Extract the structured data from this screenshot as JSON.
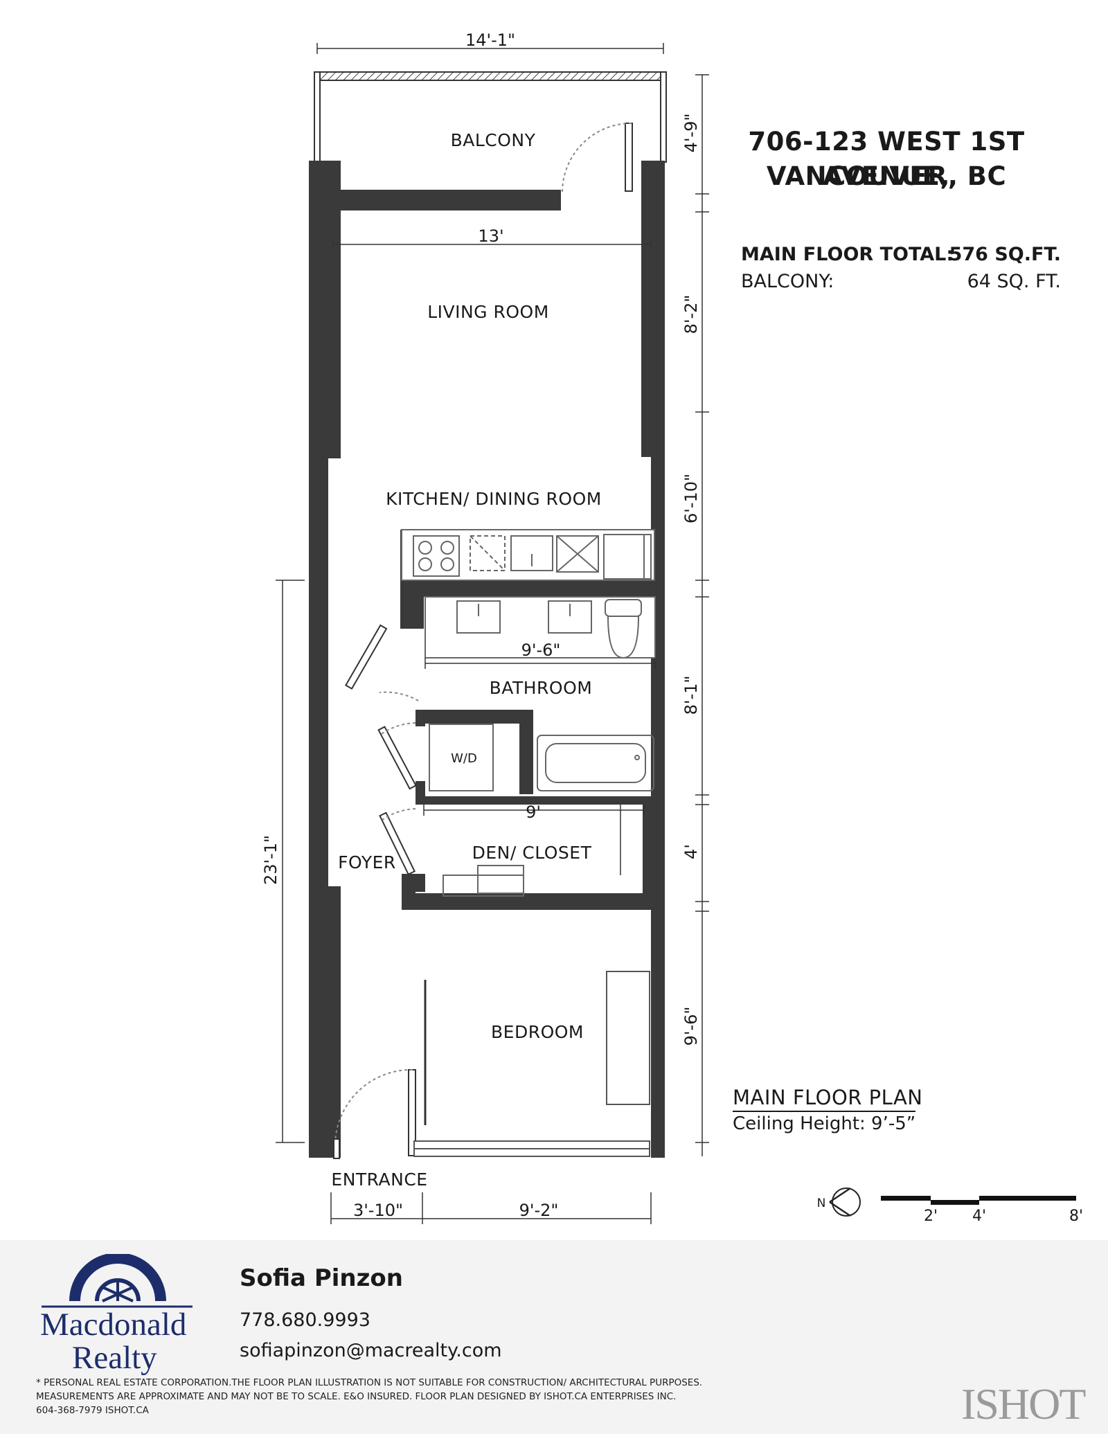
{
  "header": {
    "address_line1": "706-123 WEST 1ST AVENUE,",
    "address_line2": "VANCOUVER, BC"
  },
  "areas": {
    "main_floor_label": "MAIN FLOOR TOTAL:",
    "main_floor_value": "576 SQ.FT.",
    "balcony_label": "BALCONY:",
    "balcony_value": "64 SQ. FT."
  },
  "rooms": {
    "balcony": "BALCONY",
    "living_room": "LIVING ROOM",
    "kitchen_dining": "KITCHEN/ DINING ROOM",
    "bathroom": "BATHROOM",
    "wd": "W/D",
    "foyer": "FOYER",
    "den_closet": "DEN/ CLOSET",
    "bedroom": "BEDROOM",
    "entrance": "ENTRANCE"
  },
  "dimensions": {
    "balcony_width": "14'-1\"",
    "living_width": "13'",
    "bath_width": "9'-6\"",
    "den_width": "9'",
    "entrance_width": "3'-10\"",
    "bedroom_width": "9'-2\"",
    "balcony_depth": "4'-9\"",
    "living_depth": "8'-2\"",
    "kitchen_depth": "6'-10\"",
    "bath_depth": "8'-1\"",
    "den_depth": "4'",
    "bedroom_depth": "9'-6\"",
    "overall_depth": "23'-1\""
  },
  "plan_label": {
    "title": "MAIN FLOOR PLAN",
    "ceiling": "Ceiling Height: 9’-5”"
  },
  "compass": {
    "north": "N"
  },
  "scale": {
    "labels": [
      "2'",
      "4'",
      "8'"
    ]
  },
  "footer": {
    "brand_line1": "Macdonald",
    "brand_line2": "Realty",
    "agent_name": "Sofia Pinzon",
    "agent_phone": "778.680.9993",
    "agent_email": "sofiapinzon@macrealty.com",
    "disclaimer_1": "* PERSONAL REAL ESTATE CORPORATION.THE FLOOR PLAN ILLUSTRATION IS NOT SUITABLE FOR CONSTRUCTION/ ARCHITECTURAL PURPOSES.",
    "disclaimer_2": "MEASUREMENTS ARE APPROXIMATE AND MAY NOT BE TO SCALE. E&O INSURED. FLOOR PLAN DESIGNED BY ISHOT.CA ENTERPRISES INC.",
    "disclaimer_3": "604-368-7979  ISHOT.CA",
    "watermark": "ISHOT"
  },
  "colors": {
    "wall": "#3a3a3a",
    "brand_blue": "#1d2d6b",
    "footer_bg": "#f3f3f3"
  }
}
